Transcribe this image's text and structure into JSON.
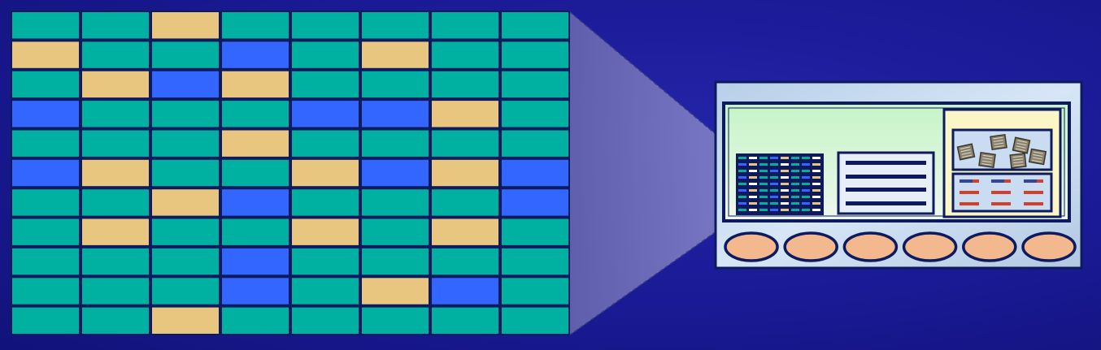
{
  "colors": {
    "background": "#1c1c9a",
    "border": "#0d1b5e",
    "teal": "#00b0a0",
    "tan": "#e8c67f",
    "blue": "#3366ff",
    "zoom_wedge": "#8a8ad0",
    "panel_bg": "#c9dcf2",
    "panel_green": "#c8f0c8",
    "ellipse_fill": "#f4b88e"
  },
  "grid": {
    "rows": 11,
    "cols": 8,
    "cells": [
      [
        "teal",
        "teal",
        "tan",
        "teal",
        "teal",
        "teal",
        "teal",
        "teal"
      ],
      [
        "tan",
        "teal",
        "teal",
        "blue",
        "teal",
        "tan",
        "teal",
        "teal"
      ],
      [
        "teal",
        "tan",
        "blue",
        "tan",
        "teal",
        "teal",
        "teal",
        "teal"
      ],
      [
        "blue",
        "teal",
        "teal",
        "teal",
        "blue",
        "blue",
        "tan",
        "teal"
      ],
      [
        "teal",
        "teal",
        "teal",
        "tan",
        "teal",
        "teal",
        "teal",
        "teal"
      ],
      [
        "blue",
        "tan",
        "teal",
        "teal",
        "tan",
        "blue",
        "tan",
        "blue"
      ],
      [
        "teal",
        "teal",
        "tan",
        "blue",
        "teal",
        "teal",
        "teal",
        "blue"
      ],
      [
        "teal",
        "tan",
        "teal",
        "teal",
        "tan",
        "teal",
        "tan",
        "teal"
      ],
      [
        "teal",
        "teal",
        "teal",
        "blue",
        "teal",
        "teal",
        "teal",
        "teal"
      ],
      [
        "teal",
        "teal",
        "teal",
        "blue",
        "teal",
        "tan",
        "blue",
        "teal"
      ],
      [
        "teal",
        "teal",
        "tan",
        "teal",
        "teal",
        "teal",
        "teal",
        "teal"
      ]
    ]
  },
  "device": {
    "ellipse_count": 6,
    "chip_count": 6,
    "mini_grid_rows": 9,
    "mini_grid_cols": 8
  }
}
